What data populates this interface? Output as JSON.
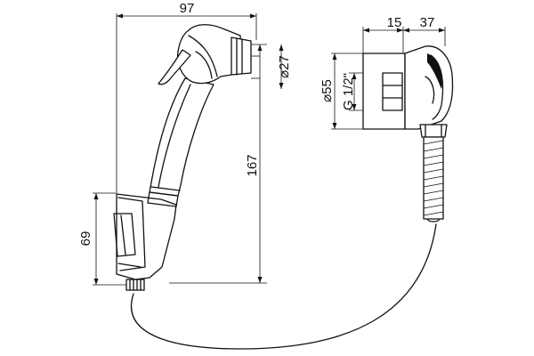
{
  "dimensions": {
    "overall_width": "97",
    "head_diameter": "⌀27",
    "overall_length": "167",
    "holder_height": "69",
    "bracket_offset": "15",
    "bracket_depth": "37",
    "bracket_diameter": "⌀55",
    "thread_size": "G 1/2\""
  }
}
